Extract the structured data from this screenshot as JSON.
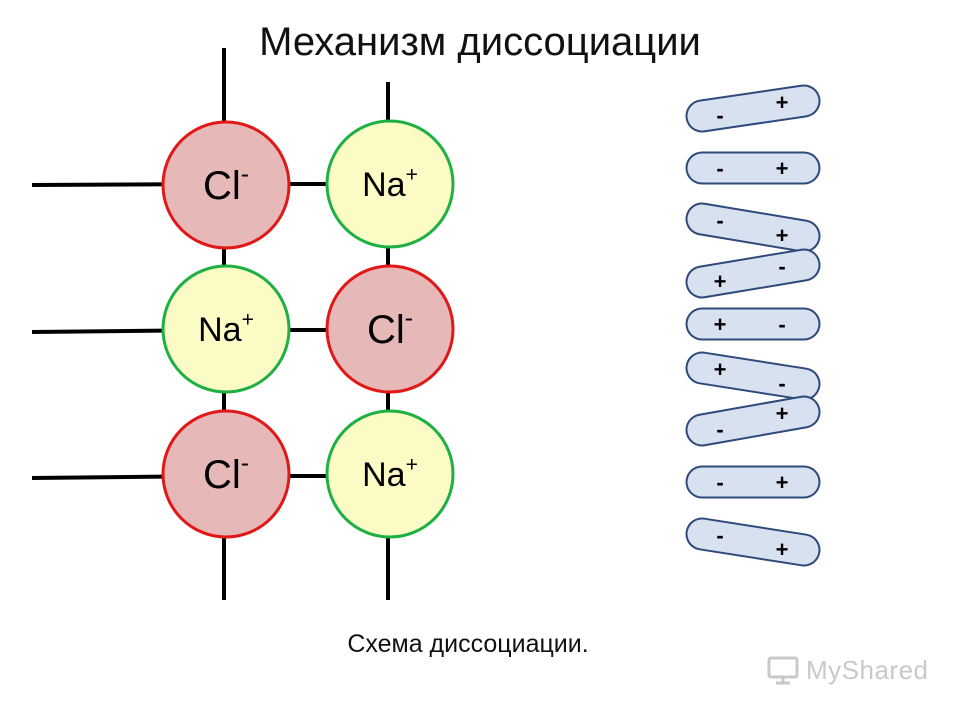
{
  "title": "Механизм диссоциации",
  "caption": "Схема диссоциации.",
  "watermark": "MyShared",
  "colors": {
    "cl_fill": "#e6b8b8",
    "cl_border": "#e01818",
    "na_fill": "#fbfbc6",
    "na_border": "#1fb043",
    "bond": "#000000",
    "dipole_fill": "#d7e1f0",
    "dipole_border": "#2e4a7a"
  },
  "ions": [
    {
      "id": "cl-1",
      "element": "Cl",
      "charge": "-",
      "kind": "cl"
    },
    {
      "id": "na-1",
      "element": "Na",
      "charge": "+",
      "kind": "na"
    },
    {
      "id": "na-2",
      "element": "Na",
      "charge": "+",
      "kind": "na"
    },
    {
      "id": "cl-2",
      "element": "Cl",
      "charge": "-",
      "kind": "cl"
    },
    {
      "id": "cl-3",
      "element": "Cl",
      "charge": "-",
      "kind": "cl"
    },
    {
      "id": "na-3",
      "element": "Na",
      "charge": "+",
      "kind": "na"
    }
  ],
  "water_dipoles": [
    {
      "left_sign": "-",
      "right_sign": "+"
    },
    {
      "left_sign": "-",
      "right_sign": "+"
    },
    {
      "left_sign": "-",
      "right_sign": "+"
    },
    {
      "left_sign": "+",
      "right_sign": "-"
    },
    {
      "left_sign": "+",
      "right_sign": "-"
    },
    {
      "left_sign": "+",
      "right_sign": "-"
    },
    {
      "left_sign": "-",
      "right_sign": "+"
    },
    {
      "left_sign": "-",
      "right_sign": "+"
    },
    {
      "left_sign": "-",
      "right_sign": "+"
    }
  ]
}
